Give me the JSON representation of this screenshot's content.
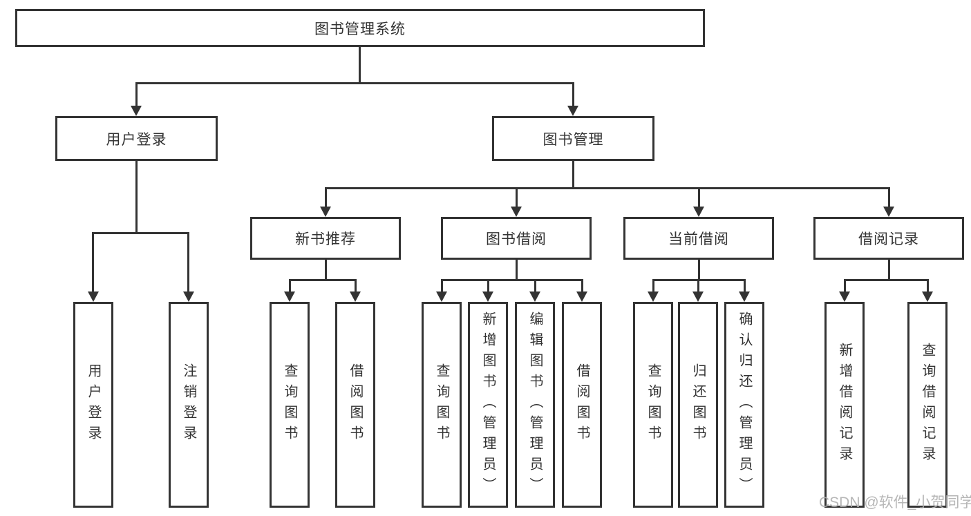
{
  "colors": {
    "line": "#333333",
    "text": "#333333",
    "watermark": "#b0b0b0",
    "background": "#ffffff"
  },
  "watermark": "CSDN @软件_小贺同学",
  "tree": {
    "root": "图书管理系统",
    "branches": [
      {
        "label": "用户登录",
        "children": [
          "用户登录",
          "注销登录"
        ]
      },
      {
        "label": "图书管理",
        "children": [
          {
            "label": "新书推荐",
            "children": [
              "查询图书",
              "借阅图书"
            ]
          },
          {
            "label": "图书借阅",
            "children": [
              "查询图书",
              "新增图书（管理员）",
              "编辑图书（管理员）",
              "借阅图书"
            ]
          },
          {
            "label": "当前借阅",
            "children": [
              "查询图书",
              "归还图书",
              "确认归还（管理员）"
            ]
          },
          {
            "label": "借阅记录",
            "children": [
              "新增借阅记录",
              "查询借阅记录"
            ]
          }
        ]
      }
    ]
  }
}
